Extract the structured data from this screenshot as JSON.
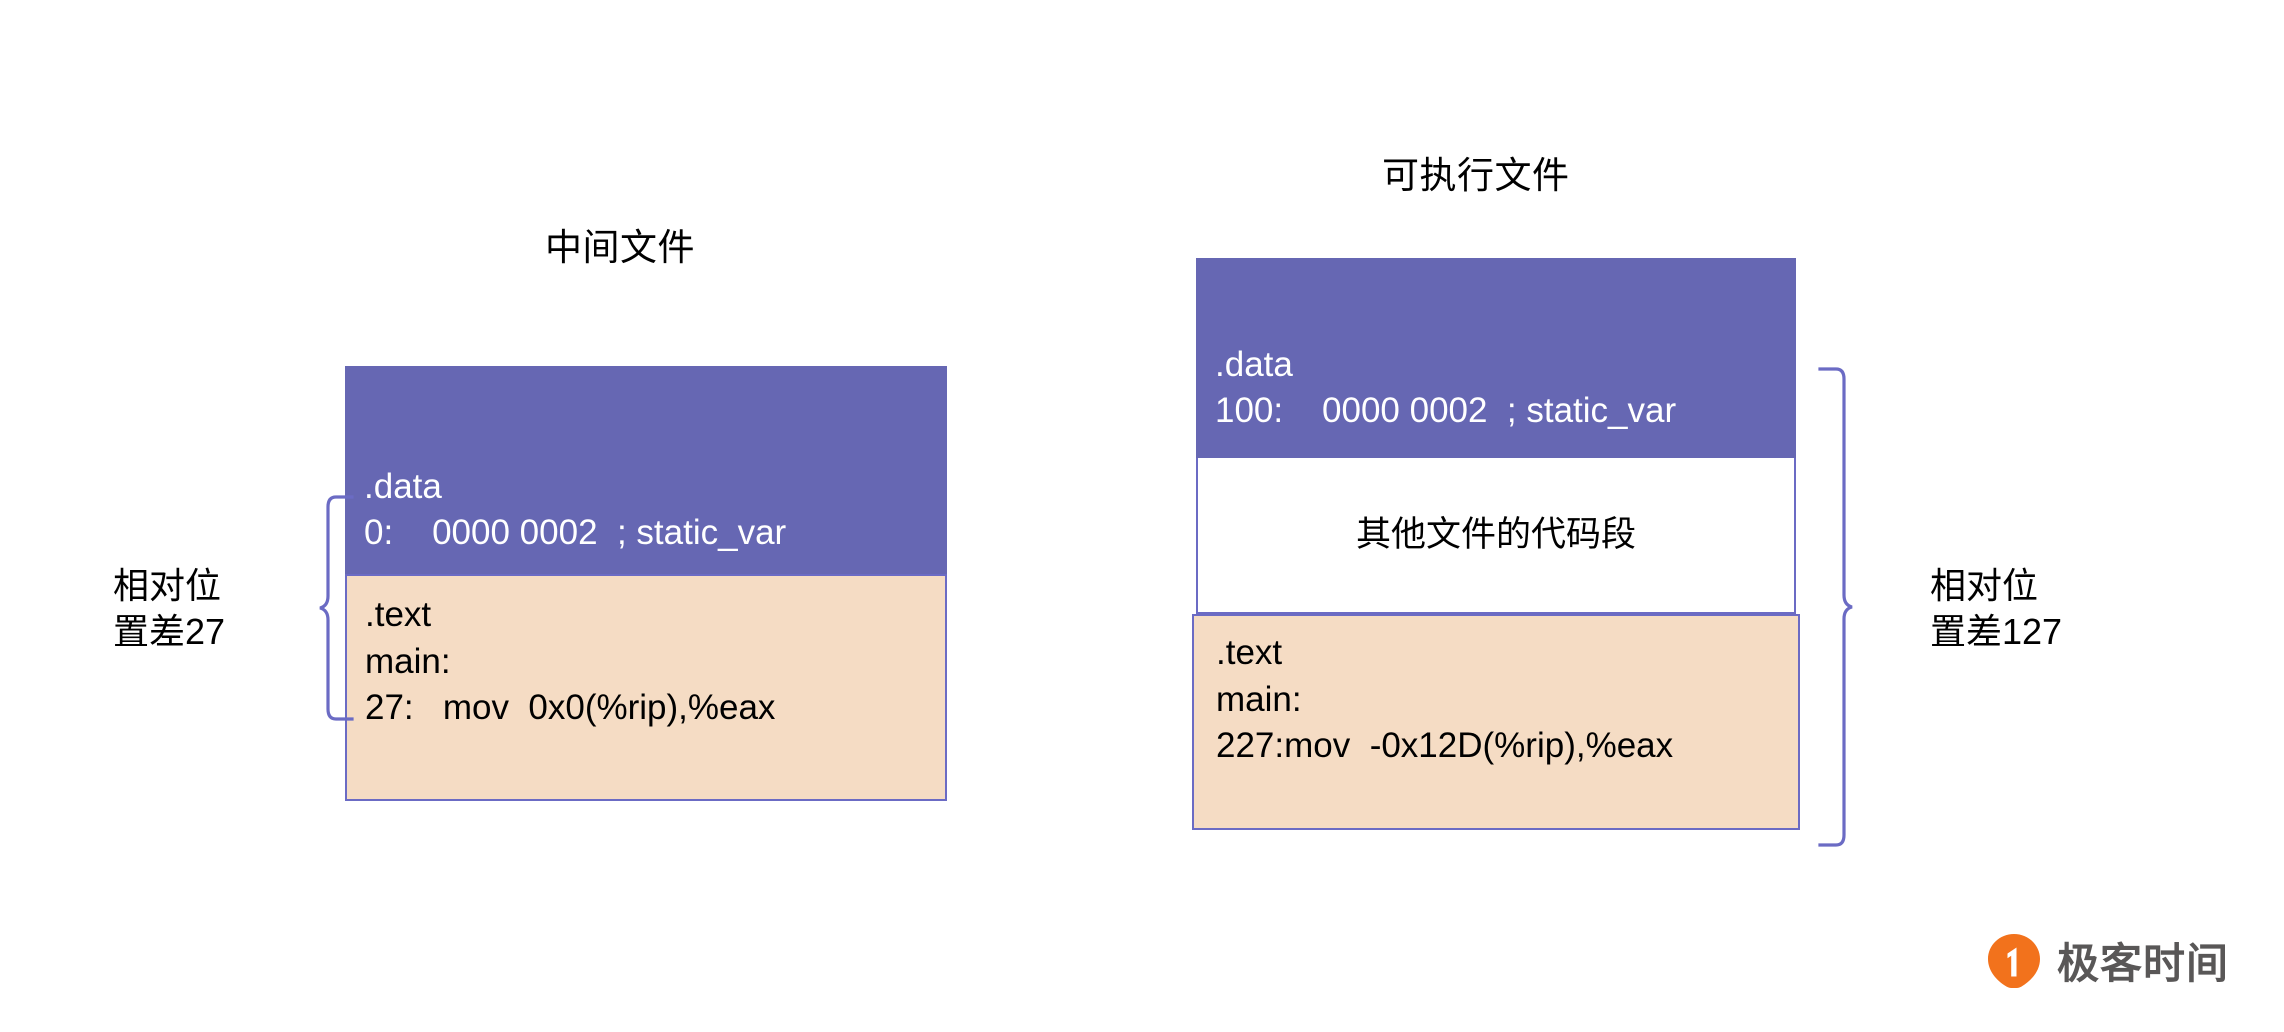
{
  "panels": {
    "intermediate": {
      "title": "中间文件",
      "data_section": {
        "header": ".data",
        "line": "0:    0000 0002  ; static_var"
      },
      "text_section": {
        "header": ".text",
        "label": "main:",
        "instruction": "27:   mov  0x0(%rip),%eax"
      }
    },
    "executable": {
      "title": "可执行文件",
      "data_section": {
        "header": ".data",
        "line": "100:    0000 0002  ; static_var"
      },
      "other_section": {
        "label": "其他文件的代码段"
      },
      "text_section": {
        "header": ".text",
        "label": "main:",
        "instruction": "227:mov  -0x12D(%rip),%eax"
      }
    }
  },
  "annotations": {
    "offset_left": "相对位\n置差27",
    "offset_right": "相对位\n置差127"
  },
  "logo": {
    "text": "极客时间",
    "mark_name": "geektime-logo-mark"
  },
  "colors": {
    "data_fill": "#6667B3",
    "text_fill": "#F5DCC4",
    "border": "#6B6BC4",
    "brace": "#6B6BC4",
    "logo_orange": "#F2721C",
    "logo_text": "#595757"
  }
}
